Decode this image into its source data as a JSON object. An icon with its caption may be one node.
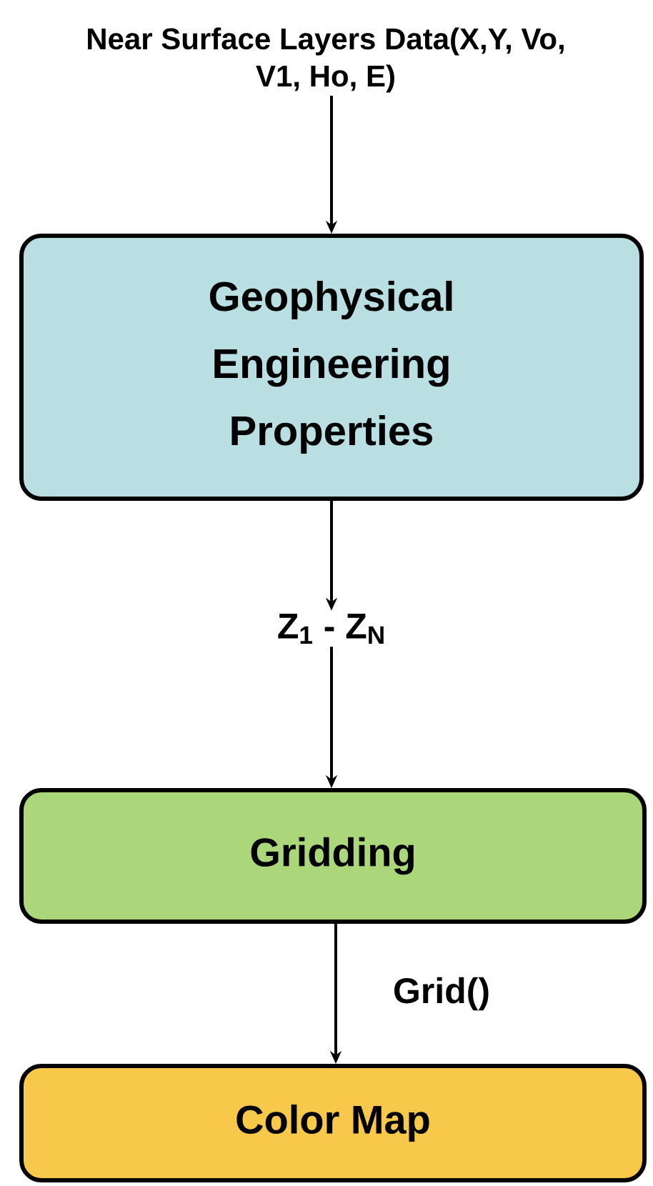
{
  "diagram": {
    "nodes": [
      {
        "text": [
          "Near Surface Layers Data(X,Y, Vo, V1, Ho, E)"
        ]
      },
      {
        "text": [
          "Geophysical Engineering Properties"
        ]
      },
      {
        "text": [
          "Z$_{1}$ - Z$_{N}$"
        ]
      },
      {
        "text": [
          "Gridding"
        ]
      },
      {
        "text": [
          "Color Map"
        ]
      }
    ],
    "edges": [
      {
        "from": 0,
        "to": 1,
        "arrow": "to"
      },
      {
        "from": 1,
        "to": 2,
        "arrow": "to"
      },
      {
        "from": 2,
        "to": 3,
        "arrow": "to"
      },
      {
        "from": 3,
        "to": 4,
        "arrow": "to",
        "label": "Grid()"
      }
    ]
  }
}
